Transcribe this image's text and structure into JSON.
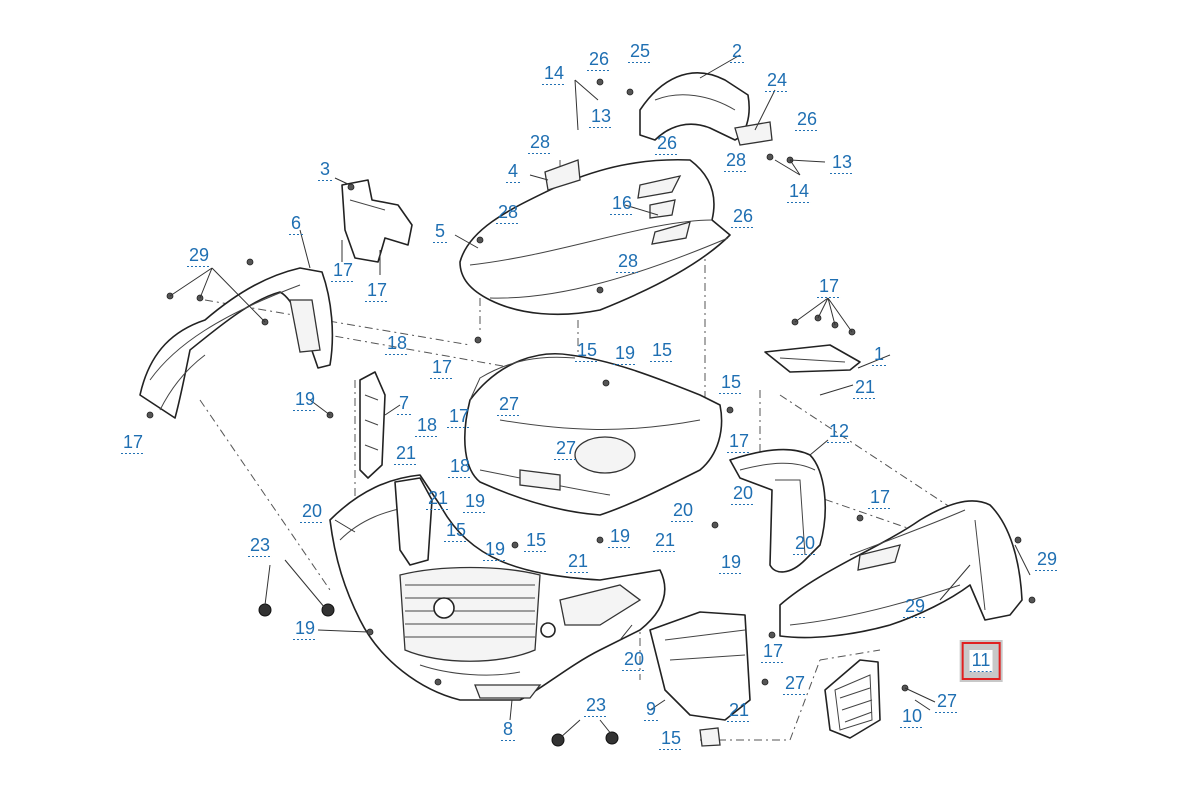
{
  "diagram": {
    "highlighted_callout": "11",
    "callouts": [
      {
        "key": "c1",
        "label": "1"
      },
      {
        "key": "c2",
        "label": "2"
      },
      {
        "key": "c3",
        "label": "3"
      },
      {
        "key": "c4",
        "label": "4"
      },
      {
        "key": "c5",
        "label": "5"
      },
      {
        "key": "c6",
        "label": "6"
      },
      {
        "key": "c7",
        "label": "7"
      },
      {
        "key": "c8",
        "label": "8"
      },
      {
        "key": "c9",
        "label": "9"
      },
      {
        "key": "c10",
        "label": "10"
      },
      {
        "key": "c11",
        "label": "11"
      },
      {
        "key": "c12",
        "label": "12"
      },
      {
        "key": "c13a",
        "label": "13"
      },
      {
        "key": "c13b",
        "label": "13"
      },
      {
        "key": "c14a",
        "label": "14"
      },
      {
        "key": "c14b",
        "label": "14"
      },
      {
        "key": "c15a",
        "label": "15"
      },
      {
        "key": "c15b",
        "label": "15"
      },
      {
        "key": "c15c",
        "label": "15"
      },
      {
        "key": "c15d",
        "label": "15"
      },
      {
        "key": "c15e",
        "label": "15"
      },
      {
        "key": "c15f",
        "label": "15"
      },
      {
        "key": "c16",
        "label": "16"
      },
      {
        "key": "c17a",
        "label": "17"
      },
      {
        "key": "c17b",
        "label": "17"
      },
      {
        "key": "c17c",
        "label": "17"
      },
      {
        "key": "c17d",
        "label": "17"
      },
      {
        "key": "c17e",
        "label": "17"
      },
      {
        "key": "c17f",
        "label": "17"
      },
      {
        "key": "c17g",
        "label": "17"
      },
      {
        "key": "c17h",
        "label": "17"
      },
      {
        "key": "c17i",
        "label": "17"
      },
      {
        "key": "c18a",
        "label": "18"
      },
      {
        "key": "c18b",
        "label": "18"
      },
      {
        "key": "c18c",
        "label": "18"
      },
      {
        "key": "c19a",
        "label": "19"
      },
      {
        "key": "c19b",
        "label": "19"
      },
      {
        "key": "c19c",
        "label": "19"
      },
      {
        "key": "c19d",
        "label": "19"
      },
      {
        "key": "c19e",
        "label": "19"
      },
      {
        "key": "c19f",
        "label": "19"
      },
      {
        "key": "c19g",
        "label": "19"
      },
      {
        "key": "c20a",
        "label": "20"
      },
      {
        "key": "c20b",
        "label": "20"
      },
      {
        "key": "c20c",
        "label": "20"
      },
      {
        "key": "c20d",
        "label": "20"
      },
      {
        "key": "c20e",
        "label": "20"
      },
      {
        "key": "c21a",
        "label": "21"
      },
      {
        "key": "c21b",
        "label": "21"
      },
      {
        "key": "c21c",
        "label": "21"
      },
      {
        "key": "c21d",
        "label": "21"
      },
      {
        "key": "c21e",
        "label": "21"
      },
      {
        "key": "c21f",
        "label": "21"
      },
      {
        "key": "c23a",
        "label": "23"
      },
      {
        "key": "c23b",
        "label": "23"
      },
      {
        "key": "c24",
        "label": "24"
      },
      {
        "key": "c25",
        "label": "25"
      },
      {
        "key": "c26a",
        "label": "26"
      },
      {
        "key": "c26b",
        "label": "26"
      },
      {
        "key": "c26c",
        "label": "26"
      },
      {
        "key": "c26d",
        "label": "26"
      },
      {
        "key": "c27a",
        "label": "27"
      },
      {
        "key": "c27b",
        "label": "27"
      },
      {
        "key": "c27c",
        "label": "27"
      },
      {
        "key": "c27d",
        "label": "27"
      },
      {
        "key": "c28a",
        "label": "28"
      },
      {
        "key": "c28b",
        "label": "28"
      },
      {
        "key": "c28c",
        "label": "28"
      },
      {
        "key": "c28d",
        "label": "28"
      },
      {
        "key": "c29a",
        "label": "29"
      },
      {
        "key": "c29b",
        "label": "29"
      },
      {
        "key": "c29c",
        "label": "29"
      }
    ]
  }
}
